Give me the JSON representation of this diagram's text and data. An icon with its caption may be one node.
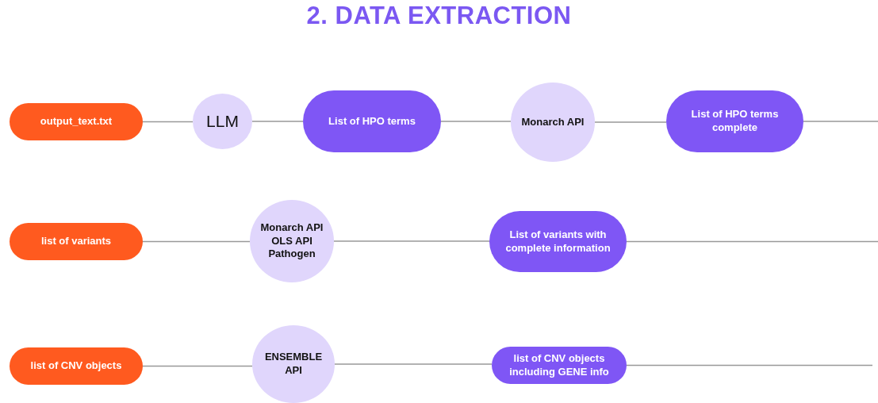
{
  "diagram": {
    "title": "2. DATA EXTRACTION",
    "nodes": [
      {
        "text": [
          "output_text.txt"
        ]
      },
      {
        "text": [
          "LLM"
        ]
      },
      {
        "text": [
          "List of HPO terms"
        ]
      },
      {
        "text": [
          "Monarch API"
        ]
      },
      {
        "text": [
          "List of HPO terms complete"
        ]
      },
      {
        "text": [
          "list of variants"
        ]
      },
      {
        "text": [
          "Monarch API OLS API Pathogen"
        ]
      },
      {
        "text": [
          "List of variants with complete information"
        ]
      },
      {
        "text": [
          "list of CNV objects"
        ]
      },
      {
        "text": [
          "ENSEMBLE API"
        ]
      },
      {
        "text": [
          "list of CNV objects including GENE info"
        ]
      }
    ],
    "edges": [
      {
        "from": 0,
        "to": 1,
        "arrow": "none"
      },
      {
        "from": 1,
        "to": 2,
        "arrow": "none"
      },
      {
        "from": 2,
        "to": 3,
        "arrow": "none"
      },
      {
        "from": 3,
        "to": 4,
        "arrow": "none"
      },
      {
        "from": 4,
        "to": null,
        "arrow": "none"
      },
      {
        "from": 5,
        "to": 6,
        "arrow": "none"
      },
      {
        "from": 6,
        "to": 7,
        "arrow": "none"
      },
      {
        "from": 7,
        "to": null,
        "arrow": "none"
      },
      {
        "from": 8,
        "to": 9,
        "arrow": "none"
      },
      {
        "from": 9,
        "to": 10,
        "arrow": "none"
      },
      {
        "from": 10,
        "to": null,
        "arrow": "none"
      }
    ]
  }
}
